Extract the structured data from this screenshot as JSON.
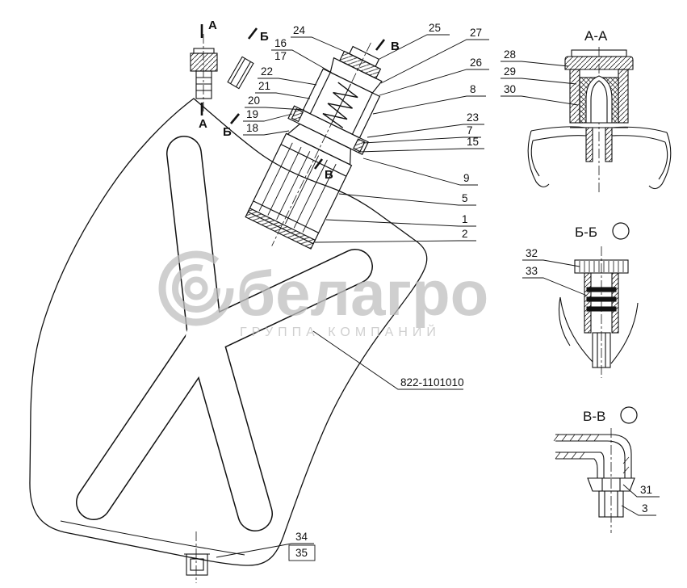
{
  "watermark": {
    "brand": "белагро",
    "tagline": "ГРУППА КОМПАНИЙ"
  },
  "part_number": "822-1101010",
  "section_labels": {
    "aa": "А-А",
    "bb": "Б-Б",
    "vv": "В-В"
  },
  "cut_marks": {
    "a_top": "А",
    "b_top": "Б",
    "v_top": "В",
    "a_side": "А",
    "b_side": "Б",
    "v_inner": "В"
  },
  "callouts": {
    "c1": "1",
    "c2": "2",
    "c3": "3",
    "c5": "5",
    "c7": "7",
    "c8": "8",
    "c9": "9",
    "c15": "15",
    "c16": "16",
    "c17": "17",
    "c18": "18",
    "c19": "19",
    "c20": "20",
    "c21": "21",
    "c22": "22",
    "c23": "23",
    "c24": "24",
    "c25": "25",
    "c26": "26",
    "c27": "27",
    "c28": "28",
    "c29": "29",
    "c30": "30",
    "c31": "31",
    "c32": "32",
    "c33": "33",
    "c34": "34",
    "c35": "35"
  }
}
